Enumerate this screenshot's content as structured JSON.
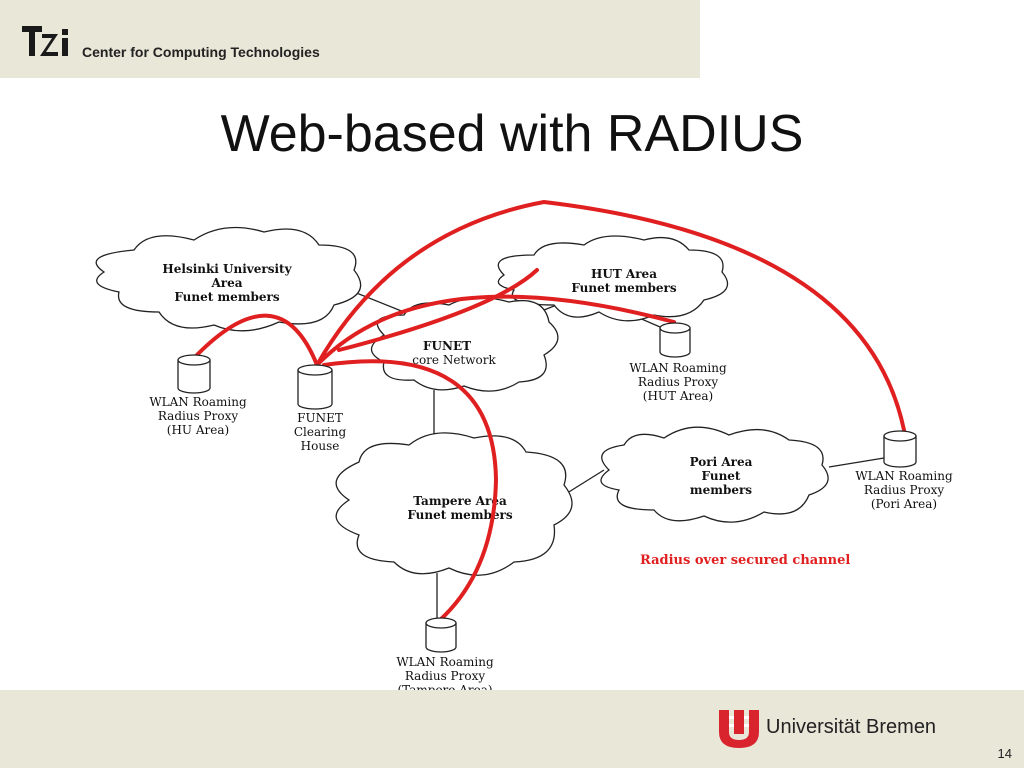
{
  "header": {
    "logo_text": "TZi",
    "org_name": "Center for Computing Technologies"
  },
  "slide": {
    "title": "Web-based with RADIUS",
    "page_number": "14"
  },
  "footer": {
    "university": "Universität Bremen"
  },
  "diagram": {
    "clouds": {
      "helsinki": [
        "Helsinki University",
        "Area",
        "Funet members"
      ],
      "hut": [
        "HUT Area",
        "Funet members"
      ],
      "funet": [
        "FUNET",
        "core Network"
      ],
      "tampere": [
        "Tampere Area",
        "Funet members"
      ],
      "pori": [
        "Pori Area",
        "Funet",
        "members"
      ]
    },
    "nodes": {
      "hu_proxy": [
        "WLAN Roaming",
        "Radius Proxy",
        "(HU Area)"
      ],
      "clearing_house": [
        "FUNET",
        "Clearing",
        "House"
      ],
      "hut_proxy": [
        "WLAN Roaming",
        "Radius Proxy",
        "(HUT Area)"
      ],
      "pori_proxy": [
        "WLAN Roaming",
        "Radius Proxy",
        "(Pori Area)"
      ],
      "tampere_proxy": [
        "WLAN Roaming",
        "Radius Proxy",
        "(Tampere Area)"
      ]
    },
    "legend": "Radius over secured channel",
    "colors": {
      "radius_link": "#e02020",
      "legend_text": "#e02020",
      "line": "#222222"
    }
  }
}
